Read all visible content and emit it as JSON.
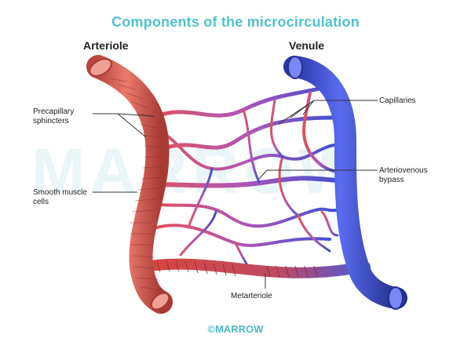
{
  "title": "Components of the microcirculation",
  "headings": {
    "arteriole": "Arteriole",
    "venule": "Venule"
  },
  "labels": {
    "precapillary_sphincters": "Precapillary sphincters",
    "smooth_muscle_cells": "Smooth muscle cells",
    "capillaries": "Capillaries",
    "arteriovenous_bypass": "Arteriovenous bypass",
    "metarteriole": "Metarteriole"
  },
  "watermark": "MARROW",
  "footer": "©MARROW",
  "colors": {
    "title": "#4fc3d0",
    "artery": "#d9534a",
    "artery_dark": "#a83a34",
    "vein": "#3b4fd8",
    "vein_dark": "#24308f",
    "capillary_mid": "#9a55c0",
    "footer": "#4fb8c8"
  }
}
